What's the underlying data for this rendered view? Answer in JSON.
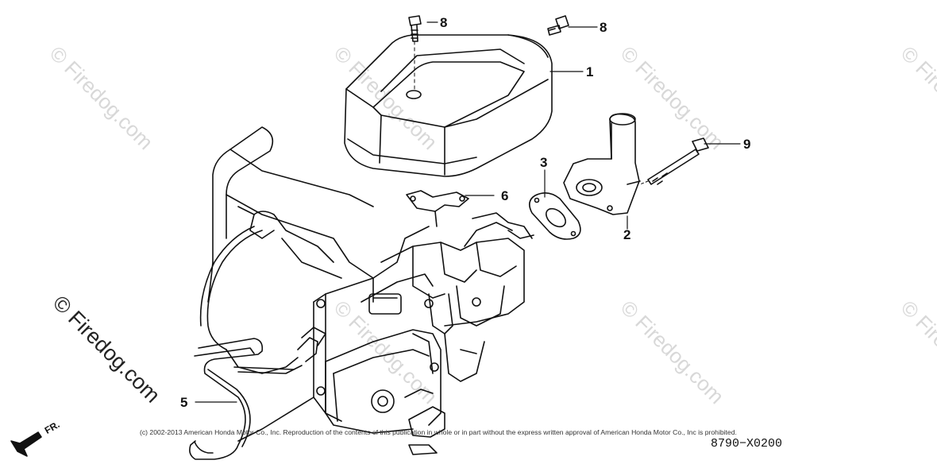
{
  "diagram": {
    "part_code": "8790−X0200",
    "copyright": "(c) 2002-2013 American Honda Motor Co., Inc. Reproduction of the contents of this publication in whole or in part without the express written approval of American Honda Motor Co., Inc is prohibited.",
    "front_indicator": "FR.",
    "watermark_main": "© Firedog.com",
    "watermark_faint": "© Firedog.com",
    "callouts": {
      "c1": "1",
      "c2": "2",
      "c3": "3",
      "c5": "5",
      "c6": "6",
      "c8a": "8",
      "c8b": "8",
      "c9": "9"
    }
  }
}
